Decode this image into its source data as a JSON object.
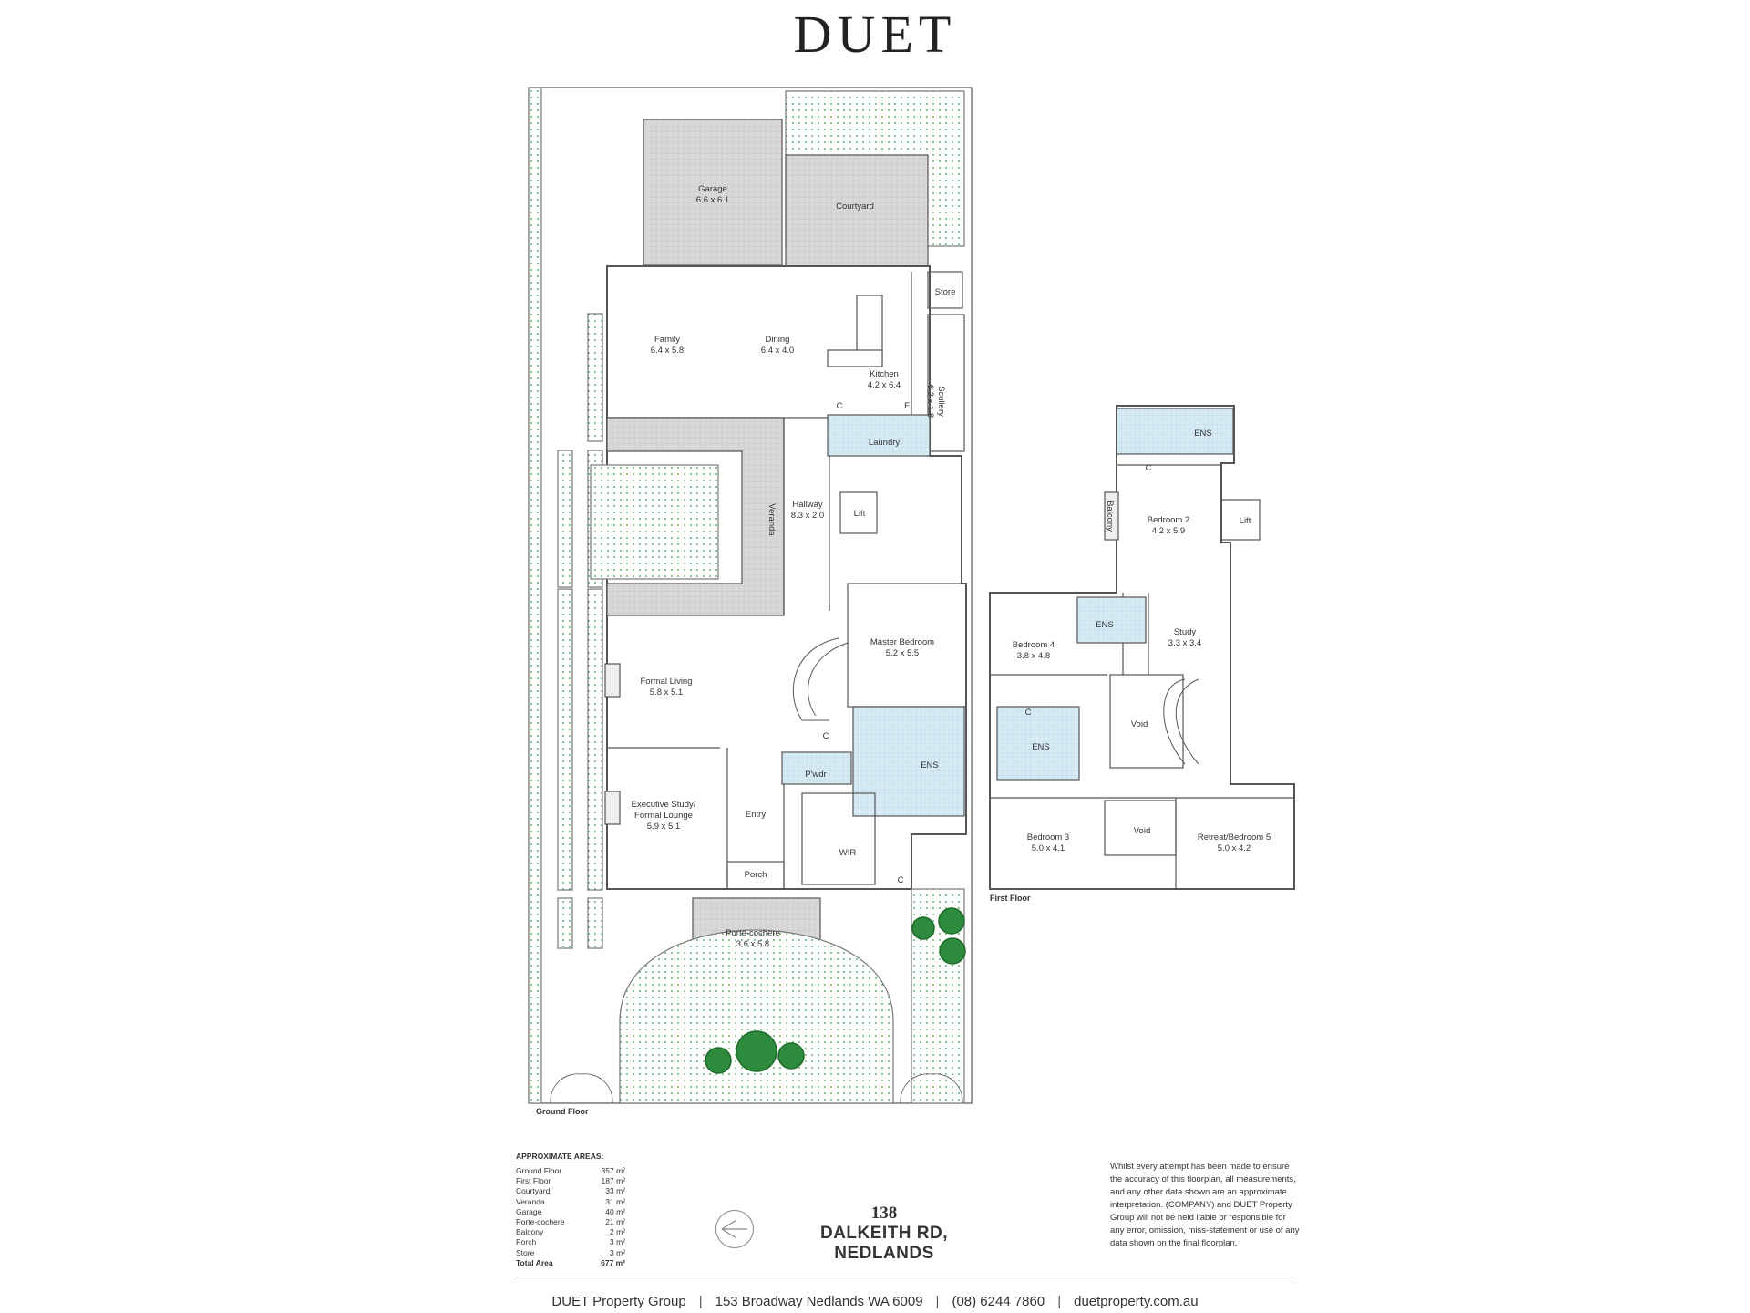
{
  "brand": "DUET",
  "floor_labels": {
    "ground": "Ground Floor",
    "first": "First Floor"
  },
  "rooms": {
    "garage": {
      "name": "Garage",
      "dims": "6.6 x 6.1"
    },
    "courtyard": {
      "name": "Courtyard"
    },
    "store": {
      "name": "Store"
    },
    "family": {
      "name": "Family",
      "dims": "6.4 x 5.8"
    },
    "dining": {
      "name": "Dining",
      "dims": "6.4 x 4.0"
    },
    "kitchen": {
      "name": "Kitchen",
      "dims": "4.2 x 6.4"
    },
    "scullery": {
      "name": "Scullery",
      "dims": "6.2 x 1.8"
    },
    "laundry": {
      "name": "Laundry"
    },
    "veranda": {
      "name": "Veranda"
    },
    "hallway": {
      "name": "Hallway",
      "dims": "8.3 x 2.0"
    },
    "lift_ground": {
      "name": "Lift"
    },
    "master_bedroom": {
      "name": "Master Bedroom",
      "dims": "5.2 x 5.5"
    },
    "formal_living": {
      "name": "Formal Living",
      "dims": "5.8 x 5.1"
    },
    "pwdr": {
      "name": "P'wdr"
    },
    "ens_ground": {
      "name": "ENS"
    },
    "executive_study": {
      "name_line1": "Executive Study/",
      "name_line2": "Formal Lounge",
      "dims": "5.9 x 5.1"
    },
    "entry": {
      "name": "Entry"
    },
    "wir": {
      "name": "WIR"
    },
    "porch": {
      "name": "Porch"
    },
    "porte_cochere": {
      "name": "Porte-cochere",
      "dims": "3.6 x 5.8"
    },
    "ens_first_top": {
      "name": "ENS"
    },
    "bedroom2": {
      "name": "Bedroom 2",
      "dims": "4.2 x 5.9"
    },
    "balcony": {
      "name": "Balcony"
    },
    "lift_first": {
      "name": "Lift"
    },
    "bedroom4": {
      "name": "Bedroom 4",
      "dims": "3.8 x 4.8"
    },
    "ens_first_mid": {
      "name": "ENS"
    },
    "study": {
      "name": "Study",
      "dims": "3.3 x 3.4"
    },
    "ens_first_low": {
      "name": "ENS"
    },
    "void1": {
      "name": "Void"
    },
    "void2": {
      "name": "Void"
    },
    "bedroom3": {
      "name": "Bedroom 3",
      "dims": "5.0 x 4.1"
    },
    "retreat": {
      "name": "Retreat/Bedroom 5",
      "dims": "5.0 x 4.2"
    }
  },
  "fixture_marks": {
    "closet": "C",
    "fridge": "F"
  },
  "areas": {
    "heading": "APPROXIMATE AREAS:",
    "rows": [
      {
        "label": "Ground Floor",
        "value": "357 m²"
      },
      {
        "label": "First Floor",
        "value": "187 m²"
      },
      {
        "label": "Courtyard",
        "value": "33 m²"
      },
      {
        "label": "Veranda",
        "value": "31 m²"
      },
      {
        "label": "Garage",
        "value": "40 m²"
      },
      {
        "label": "Porte-cochere",
        "value": "21 m²"
      },
      {
        "label": "Balcony",
        "value": "2 m²"
      },
      {
        "label": "Porch",
        "value": "3 m²"
      },
      {
        "label": "Store",
        "value": "3 m²"
      }
    ],
    "total": {
      "label": "Total Area",
      "value": "677 m²"
    }
  },
  "address": {
    "number": "138",
    "line1": "DALKEITH RD,",
    "line2": "NEDLANDS"
  },
  "disclaimer": "Whilst every attempt has been made to ensure the accuracy of this floorplan, all measurements, and any other data shown are an approximate interpretation. (COMPANY) and DUET Property Group will not be held liable or responsible for any error, omission, miss-statement or use of any data shown on the final floorplan.",
  "footer": {
    "company": "DUET Property Group",
    "address": "153 Broadway Nedlands WA 6009",
    "phone": "(08) 6244 7860",
    "website": "duetproperty.com.au"
  },
  "colors": {
    "wall": "#555555",
    "tile_grey": "#d6d6d6",
    "wet_blue": "#d4e8f2",
    "garden_green": "#2e8b3d",
    "tree_green": "#1f6b2c"
  }
}
